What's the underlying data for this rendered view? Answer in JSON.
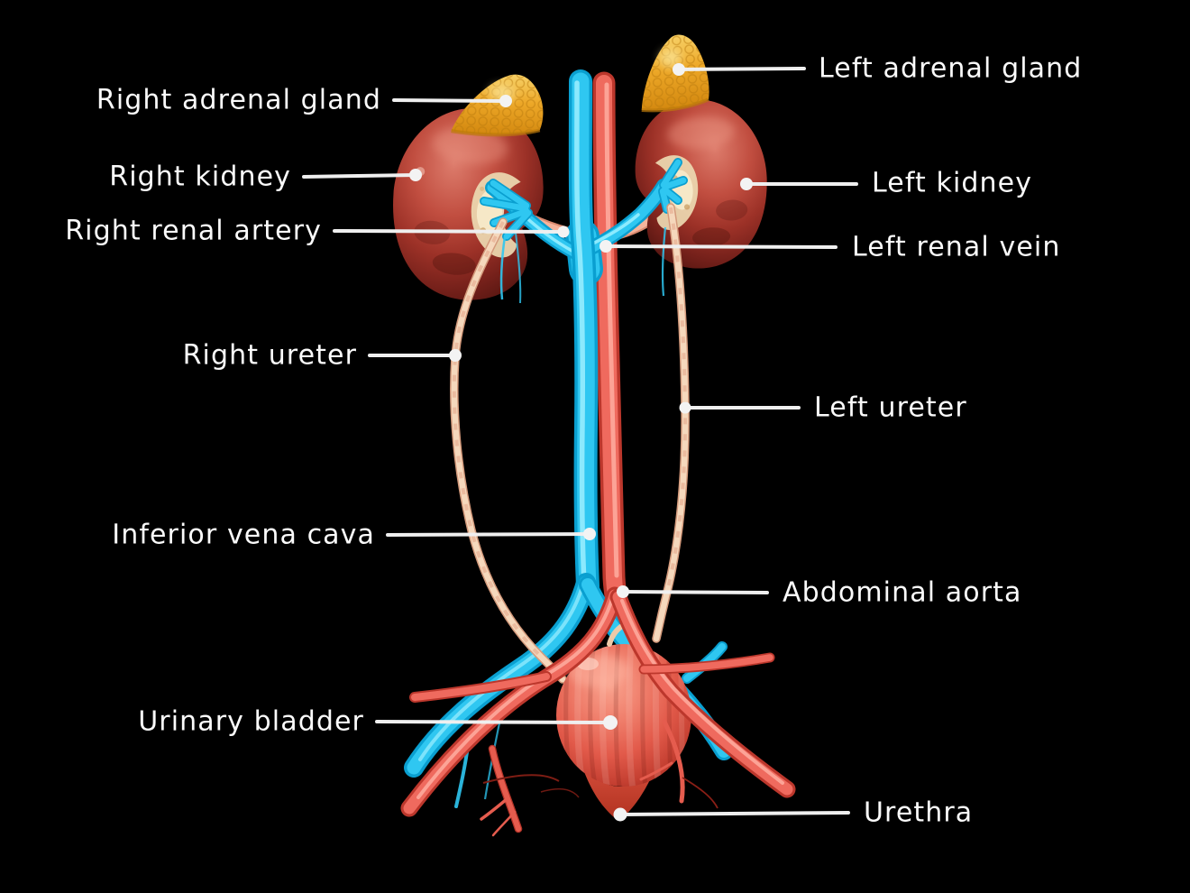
{
  "figure_type": "anatomical-diagram",
  "subject": "urinary-system",
  "background_color": "#000000",
  "labels": {
    "right_adrenal_gland": "Right adrenal gland",
    "right_kidney": "Right kidney",
    "right_renal_artery": "Right renal artery",
    "right_ureter": "Right ureter",
    "inferior_vena_cava": "Inferior vena cava",
    "urinary_bladder": "Urinary bladder",
    "left_adrenal_gland": "Left adrenal gland",
    "left_kidney": "Left kidney",
    "left_renal_vein": "Left renal vein",
    "left_ureter": "Left ureter",
    "abdominal_aorta": "Abdominal aorta",
    "urethra": "Urethra"
  },
  "colors": {
    "label_text": "#fafafa",
    "leader_line": "#efefef",
    "vein_blue": "#2fc7f1",
    "artery_red": "#ef6a5e",
    "kidney_red": "#a93a2e",
    "adrenal_orange": "#eda524",
    "ureter_cream": "#f5d8bc",
    "bladder_red": "#e25a4a"
  }
}
